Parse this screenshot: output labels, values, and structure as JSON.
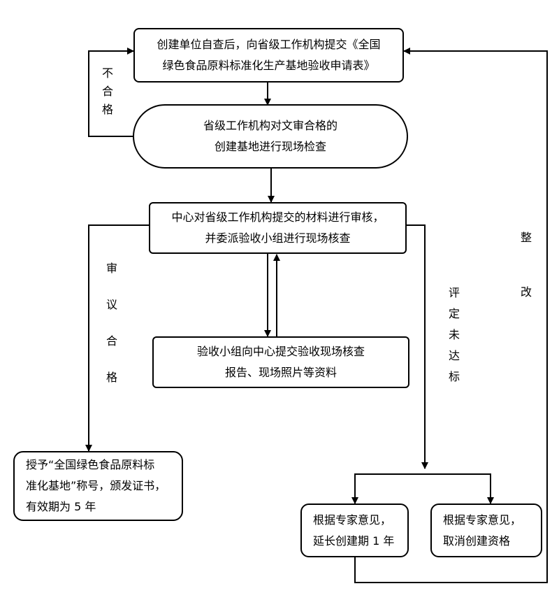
{
  "boxes": {
    "b1": {
      "lines": [
        "创建单位自查后，向省级工作机构提交《全国",
        "绿色食品原料标准化生产基地验收申请表》"
      ]
    },
    "b2": {
      "lines": [
        "省级工作机构对文审合格的",
        "创建基地进行现场检查"
      ]
    },
    "b3": {
      "lines": [
        "中心对省级工作机构提交的材料进行审核，",
        "并委派验收小组进行现场核查"
      ]
    },
    "b4": {
      "lines": [
        "验收小组向中心提交验收现场核查",
        "报告、现场照片等资料"
      ]
    },
    "b5": {
      "lines": [
        "授予“全国绿色食品原料标",
        "准化基地”称号，颁发证书，",
        "有效期为 5 年"
      ]
    },
    "b6": {
      "lines": [
        "根据专家意见，",
        "延长创建期 1 年"
      ]
    },
    "b7": {
      "lines": [
        "根据专家意见，",
        "取消创建资格"
      ]
    }
  },
  "labels": {
    "not_qualified": [
      "不",
      "合",
      "格"
    ],
    "review_passed": [
      "审",
      "议",
      "合",
      "格"
    ],
    "not_up_to_standard": [
      "评",
      "定",
      "未",
      "达",
      "标"
    ],
    "rectify": [
      "整",
      "改"
    ]
  }
}
